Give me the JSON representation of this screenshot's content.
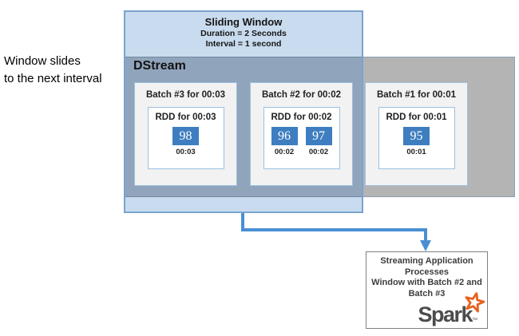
{
  "left_caption": {
    "line1": "Window slides",
    "line2": "to the next interval"
  },
  "sliding_window": {
    "title": "Sliding Window",
    "duration": "Duration = 2 Seconds",
    "interval": "Interval = 1 second"
  },
  "dstream": {
    "label": "DStream"
  },
  "batches": [
    {
      "title": "Batch #3 for 00:03",
      "rdd_title": "RDD for 00:03",
      "values": [
        {
          "value": "98",
          "time": "00:03"
        }
      ]
    },
    {
      "title": "Batch #2 for 00:02",
      "rdd_title": "RDD for 00:02",
      "values": [
        {
          "value": "96",
          "time": "00:02"
        },
        {
          "value": "97",
          "time": "00:02"
        }
      ]
    },
    {
      "title": "Batch #1 for 00:01",
      "rdd_title": "RDD for 00:01",
      "values": [
        {
          "value": "95",
          "time": "00:01"
        }
      ]
    }
  ],
  "output_box": {
    "lines": [
      "Streaming Application",
      "Processes",
      "Window with Batch #2 and",
      "Batch #3"
    ],
    "logo_text": "Spark",
    "logo_tm": "™"
  },
  "colors": {
    "window_fill": "#c9dbee",
    "window_border": "#79a3cf",
    "dstream_overlap_fill": "#90a5bc",
    "dstream_outside_fill": "#b4b4b4",
    "batch_fill": "#f2f2f2",
    "batch_border": "#9cc0e2",
    "value_cell_fill": "#3e7ec0",
    "value_text": "#ffffff",
    "arrow": "#4a8fd3",
    "spark_orange": "#e8611c",
    "spark_gray": "#4c4c4c"
  }
}
